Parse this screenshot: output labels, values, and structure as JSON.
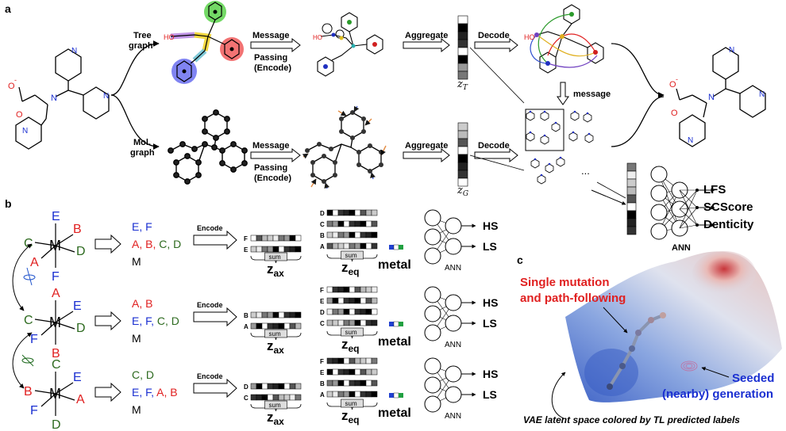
{
  "panels": {
    "a": "a",
    "b": "b",
    "c": "c"
  },
  "panel_a": {
    "tree_graph": [
      "Tree",
      "graph"
    ],
    "mol_graph": [
      "Mol.",
      "graph"
    ],
    "message_passing": [
      "Message",
      "Passing",
      "(Encode)"
    ],
    "aggregate": "Aggregate",
    "decode": "Decode",
    "message": "message",
    "z_tree": "z",
    "z_tree_sub": "T",
    "z_graph": "z",
    "z_graph_sub": "G",
    "ellipsis": "...",
    "ho_label": "HO",
    "o_label": "O",
    "minus": "-",
    "n_label": "N",
    "ann_outputs": [
      "LFS",
      "SCScore",
      "Denticity"
    ],
    "ann_label": "ANN"
  },
  "panel_b": {
    "rows": [
      {
        "atoms": {
          "top": "E",
          "bottom": "F",
          "left1": "C",
          "left2": "A",
          "right1": "B",
          "right2": "D",
          "center": "M"
        },
        "ax_line": [
          {
            "text": "E, F",
            "color": "#1a2fd1"
          }
        ],
        "eq_line": [
          {
            "text": "A, ",
            "color": "#e02020"
          },
          {
            "text": "B, ",
            "color": "#e02020"
          },
          {
            "text": "C, D",
            "color": "#2d6a1f"
          }
        ],
        "m": "M",
        "encode": "Encode",
        "ax_rows": [
          "F",
          "E"
        ],
        "eq_rows": [
          "D",
          "C",
          "B",
          "A"
        ]
      },
      {
        "atoms": {
          "top": "A",
          "bottom": "B",
          "left1": "C",
          "left2": "F",
          "right1": "E",
          "right2": "D",
          "center": "M"
        },
        "ax_line": [
          {
            "text": "A, B",
            "color": "#e02020"
          }
        ],
        "eq_line": [
          {
            "text": "E, F, ",
            "color": "#1a2fd1"
          },
          {
            "text": "C, D",
            "color": "#2d6a1f"
          }
        ],
        "m": "M",
        "encode": "Encode",
        "ax_rows": [
          "B",
          "A"
        ],
        "eq_rows": [
          "F",
          "E",
          "D",
          "C"
        ]
      },
      {
        "atoms": {
          "top": "C",
          "bottom": "D",
          "left1": "B",
          "left2": "F",
          "right1": "E",
          "right2": "A",
          "center": "M"
        },
        "ax_line": [
          {
            "text": "C, D",
            "color": "#2d6a1f"
          }
        ],
        "eq_line": [
          {
            "text": "E, F, ",
            "color": "#1a2fd1"
          },
          {
            "text": "A, B",
            "color": "#e02020"
          }
        ],
        "m": "M",
        "encode": "Encode",
        "ax_rows": [
          "D",
          "C"
        ],
        "eq_rows": [
          "F",
          "E",
          "B",
          "A"
        ]
      }
    ],
    "sum": "sum",
    "z_ax": "z",
    "z_ax_sub": "ax",
    "z_eq": "z",
    "z_eq_sub": "eq",
    "metal": "metal",
    "hs": "HS",
    "ls": "LS",
    "ann": "ANN"
  },
  "panel_c": {
    "single_mutation": [
      "Single mutation",
      "and path-following"
    ],
    "seeded": [
      "Seeded",
      "(nearby) generation"
    ],
    "caption": "VAE latent space colored by TL predicted labels"
  },
  "colors": {
    "red": "#e02020",
    "blue": "#1a2fd1",
    "green": "#2d6a1f",
    "surface_high": "#c9363a",
    "surface_low": "#3b63c8"
  }
}
